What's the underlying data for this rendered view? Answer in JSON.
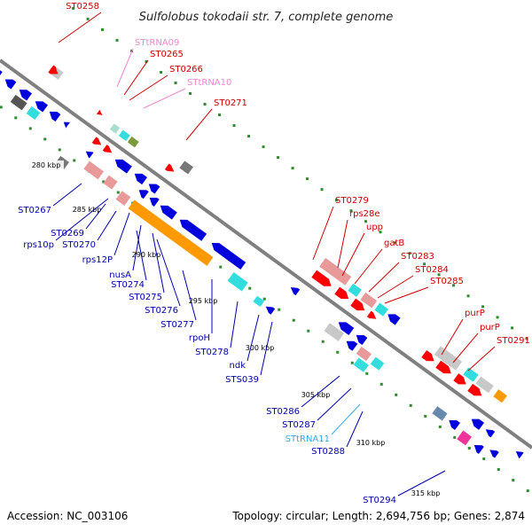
{
  "title": "Sulfolobus tokodaii str. 7, complete genome",
  "footer": {
    "accession": "Accession: NC_003106",
    "summary": "Topology: circular; Length: 2,694,756 bp; Genes: 2,874"
  },
  "colors": {
    "backbone": "#808080",
    "tick_dots": "#2e8b2e",
    "forward_gene_label": "#cc0000",
    "reverse_gene_label": "#0000aa",
    "trna_forward_label": "#ee88cc",
    "trna_reverse_label": "#33aadd",
    "cds": "#ff0000",
    "cds_reverse": "#0000dd",
    "gene_forward": "#e89a9a",
    "gene_reverse": "#c8c8c8",
    "rna_highlight": "#33dddd",
    "long_feature": "#ff9900"
  },
  "ticks": [
    "280 kbp",
    "285 kbp",
    "290 kbp",
    "295 kbp",
    "300 kbp",
    "305 kbp",
    "310 kbp",
    "315 kbp"
  ],
  "top_labels": [
    {
      "text": "ST0258",
      "kind": "gene"
    },
    {
      "text": "STtRNA09",
      "kind": "trna"
    },
    {
      "text": "ST0265",
      "kind": "gene"
    },
    {
      "text": "ST0266",
      "kind": "gene"
    },
    {
      "text": "STtRNA10",
      "kind": "trna"
    },
    {
      "text": "ST0271",
      "kind": "gene"
    },
    {
      "text": "ST0279",
      "kind": "gene"
    },
    {
      "text": "rps28e",
      "kind": "gene"
    },
    {
      "text": "upp",
      "kind": "gene"
    },
    {
      "text": "gatB",
      "kind": "gene"
    },
    {
      "text": "ST0283",
      "kind": "gene"
    },
    {
      "text": "ST0284",
      "kind": "gene"
    },
    {
      "text": "ST0285",
      "kind": "gene"
    },
    {
      "text": "purP",
      "kind": "gene"
    },
    {
      "text": "purP",
      "kind": "gene"
    },
    {
      "text": "ST0291",
      "kind": "gene"
    }
  ],
  "bottom_labels": [
    {
      "text": "ST0267",
      "kind": "gene"
    },
    {
      "text": "ST0269",
      "kind": "gene"
    },
    {
      "text": "rps10p",
      "kind": "gene"
    },
    {
      "text": "ST0270",
      "kind": "gene"
    },
    {
      "text": "rps12P",
      "kind": "gene"
    },
    {
      "text": "nusA",
      "kind": "gene"
    },
    {
      "text": "ST0274",
      "kind": "gene"
    },
    {
      "text": "ST0275",
      "kind": "gene"
    },
    {
      "text": "ST0276",
      "kind": "gene"
    },
    {
      "text": "ST0277",
      "kind": "gene"
    },
    {
      "text": "rpoH",
      "kind": "gene"
    },
    {
      "text": "ST0278",
      "kind": "gene"
    },
    {
      "text": "ndk",
      "kind": "gene"
    },
    {
      "text": "STS039",
      "kind": "gene"
    },
    {
      "text": "ST0286",
      "kind": "gene"
    },
    {
      "text": "ST0287",
      "kind": "gene"
    },
    {
      "text": "STtRNA11",
      "kind": "trna"
    },
    {
      "text": "ST0288",
      "kind": "gene"
    },
    {
      "text": "ST0294",
      "kind": "gene"
    }
  ]
}
